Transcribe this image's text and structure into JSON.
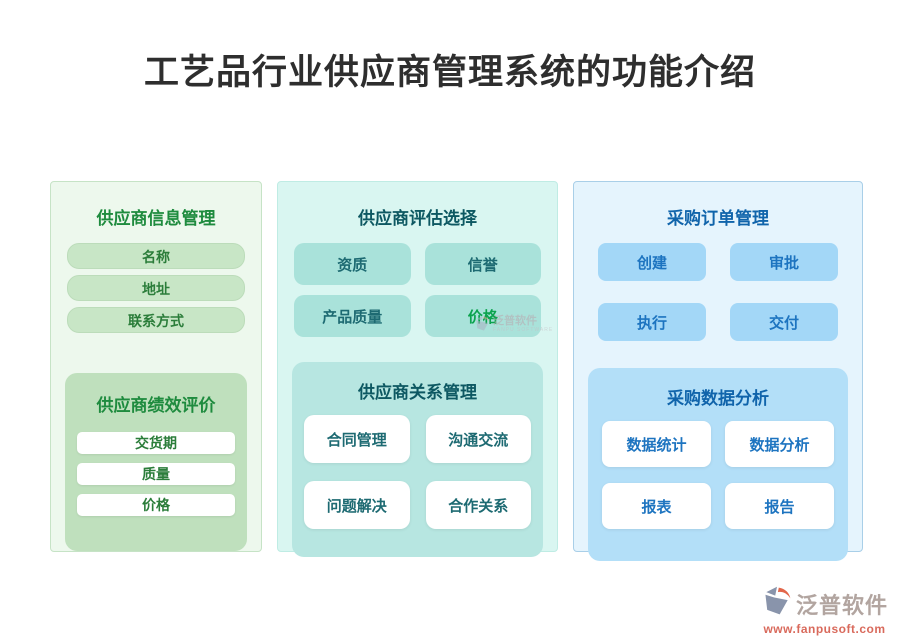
{
  "page": {
    "title": "工艺品行业供应商管理系统的功能介绍"
  },
  "panels": {
    "supplier_info": {
      "title": "供应商信息管理",
      "items": [
        "名称",
        "地址",
        "联系方式"
      ],
      "performance": {
        "title": "供应商绩效评价",
        "items": [
          "交货期",
          "质量",
          "价格"
        ]
      }
    },
    "evaluation": {
      "title": "供应商评估选择",
      "items": [
        "资质",
        "信誉",
        "产品质量",
        "价格"
      ],
      "relationship": {
        "title": "供应商关系管理",
        "items": [
          "合同管理",
          "沟通交流",
          "问题解决",
          "合作关系"
        ]
      }
    },
    "purchase": {
      "title": "采购订单管理",
      "items": [
        "创建",
        "审批",
        "执行",
        "交付"
      ],
      "analysis": {
        "title": "采购数据分析",
        "items": [
          "数据统计",
          "数据分析",
          "报表",
          "报告"
        ]
      }
    }
  },
  "watermark": {
    "name": "泛普软件",
    "subtext": "FANPU SOFTWARE"
  },
  "brand": {
    "name": "泛普软件",
    "url": "www.fanpusoft.com"
  },
  "colors": {
    "title_text": "#2e2e2e",
    "green_title": "#1e8b3e",
    "green_panel_bg": "#edf8ed",
    "green_item_bg": "#c8e6c6",
    "green_card_bg": "#bfe0bd",
    "teal_title": "#0d5862",
    "teal_panel_bg": "#d9f6f1",
    "teal_item_bg": "#a9e2da",
    "teal_card_bg": "#b7e6e1",
    "teal_item_text": "#1d6a72",
    "price_highlight_green": "#0ca34e",
    "blue_title": "#1064ab",
    "blue_panel_bg": "#e5f4fd",
    "blue_item_bg": "#a3d7f7",
    "blue_card_bg": "#b3dff8",
    "blue_item_text": "#1d74c0",
    "brand_url_red": "#d96a5c",
    "logo_gray_blue": "#8994ab",
    "logo_orange": "#e2664a"
  }
}
